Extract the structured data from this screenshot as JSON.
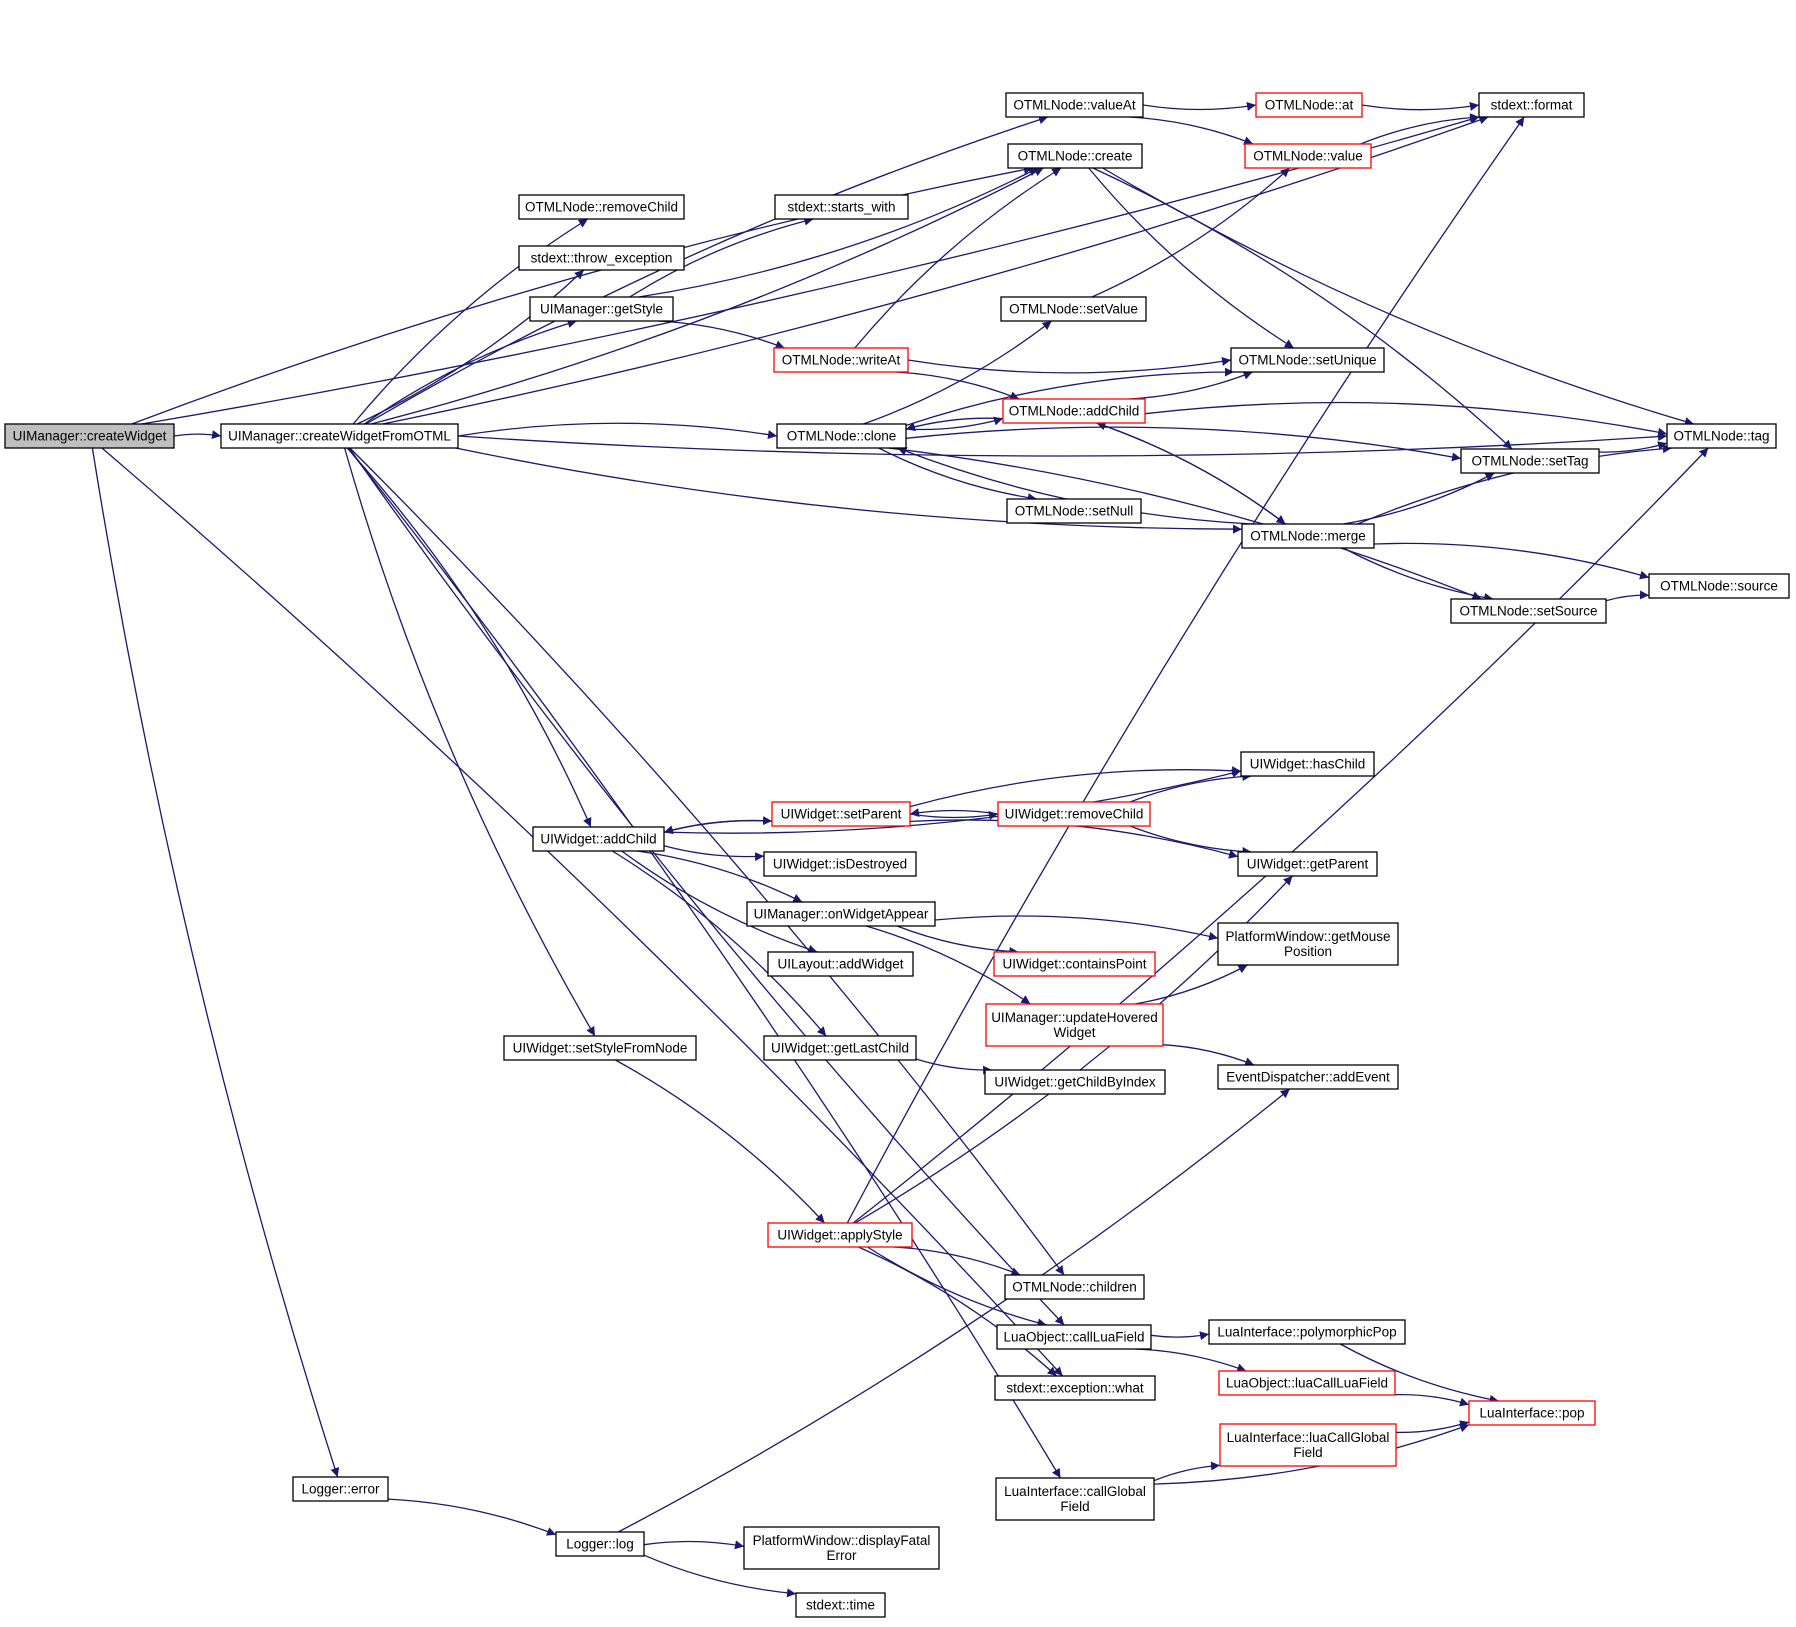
{
  "graph": {
    "edge_color": "#191970",
    "highlight_border_color": "#ff0000",
    "root_fill_color": "#bfbfbf",
    "nodes": {
      "createWidget": {
        "lines": [
          "UIManager::createWidget"
        ],
        "root": true
      },
      "createWidgetFromOTML": {
        "lines": [
          "UIManager::createWidgetFromOTML"
        ]
      },
      "valueAt": {
        "lines": [
          "OTMLNode::valueAt"
        ]
      },
      "at": {
        "lines": [
          "OTMLNode::at"
        ],
        "red": true
      },
      "format": {
        "lines": [
          "stdext::format"
        ]
      },
      "create": {
        "lines": [
          "OTMLNode::create"
        ]
      },
      "value": {
        "lines": [
          "OTMLNode::value"
        ],
        "red": true
      },
      "removeChildOTML": {
        "lines": [
          "OTMLNode::removeChild"
        ]
      },
      "startsWith": {
        "lines": [
          "stdext::starts_with"
        ]
      },
      "throwException": {
        "lines": [
          "stdext::throw_exception"
        ]
      },
      "getStyle": {
        "lines": [
          "UIManager::getStyle"
        ]
      },
      "setValue": {
        "lines": [
          "OTMLNode::setValue"
        ]
      },
      "writeAt": {
        "lines": [
          "OTMLNode::writeAt"
        ],
        "red": true
      },
      "setUnique": {
        "lines": [
          "OTMLNode::setUnique"
        ]
      },
      "addChildOTML": {
        "lines": [
          "OTMLNode::addChild"
        ],
        "red": true
      },
      "clone": {
        "lines": [
          "OTMLNode::clone"
        ]
      },
      "tag": {
        "lines": [
          "OTMLNode::tag"
        ]
      },
      "setTag": {
        "lines": [
          "OTMLNode::setTag"
        ]
      },
      "setNull": {
        "lines": [
          "OTMLNode::setNull"
        ]
      },
      "merge": {
        "lines": [
          "OTMLNode::merge"
        ]
      },
      "source": {
        "lines": [
          "OTMLNode::source"
        ]
      },
      "setSource": {
        "lines": [
          "OTMLNode::setSource"
        ]
      },
      "hasChild": {
        "lines": [
          "UIWidget::hasChild"
        ]
      },
      "setParent": {
        "lines": [
          "UIWidget::setParent"
        ],
        "red": true
      },
      "removeChildWidget": {
        "lines": [
          "UIWidget::removeChild"
        ],
        "red": true
      },
      "addChildWidget": {
        "lines": [
          "UIWidget::addChild"
        ]
      },
      "isDestroyed": {
        "lines": [
          "UIWidget::isDestroyed"
        ]
      },
      "getParent": {
        "lines": [
          "UIWidget::getParent"
        ]
      },
      "onWidgetAppear": {
        "lines": [
          "UIManager::onWidgetAppear"
        ]
      },
      "getMousePosition": {
        "lines": [
          "PlatformWindow::getMouse",
          "Position"
        ]
      },
      "addWidget": {
        "lines": [
          "UILayout::addWidget"
        ]
      },
      "containsPoint": {
        "lines": [
          "UIWidget::containsPoint"
        ],
        "red": true
      },
      "updateHoveredWidget": {
        "lines": [
          "UIManager::updateHovered",
          "Widget"
        ],
        "red": true
      },
      "setStyleFromNode": {
        "lines": [
          "UIWidget::setStyleFromNode"
        ]
      },
      "getLastChild": {
        "lines": [
          "UIWidget::getLastChild"
        ]
      },
      "getChildByIndex": {
        "lines": [
          "UIWidget::getChildByIndex"
        ]
      },
      "addEvent": {
        "lines": [
          "EventDispatcher::addEvent"
        ]
      },
      "applyStyle": {
        "lines": [
          "UIWidget::applyStyle"
        ],
        "red": true
      },
      "children": {
        "lines": [
          "OTMLNode::children"
        ]
      },
      "callLuaField": {
        "lines": [
          "LuaObject::callLuaField"
        ]
      },
      "polymorphicPop": {
        "lines": [
          "LuaInterface::polymorphicPop"
        ]
      },
      "luaCallLuaField": {
        "lines": [
          "LuaObject::luaCallLuaField"
        ],
        "red": true
      },
      "pop": {
        "lines": [
          "LuaInterface::pop"
        ],
        "red": true
      },
      "exceptionWhat": {
        "lines": [
          "stdext::exception::what"
        ]
      },
      "luaCallGlobalField": {
        "lines": [
          "LuaInterface::luaCallGlobal",
          "Field"
        ],
        "red": true
      },
      "loggerError": {
        "lines": [
          "Logger::error"
        ]
      },
      "callGlobalField": {
        "lines": [
          "LuaInterface::callGlobal",
          "Field"
        ]
      },
      "loggerLog": {
        "lines": [
          "Logger::log"
        ]
      },
      "displayFatalError": {
        "lines": [
          "PlatformWindow::displayFatal",
          "Error"
        ]
      },
      "time": {
        "lines": [
          "stdext::time"
        ]
      }
    },
    "edges": [
      [
        "createWidget",
        "createWidgetFromOTML"
      ],
      [
        "createWidget",
        "format"
      ],
      [
        "createWidget",
        "create"
      ],
      [
        "createWidget",
        "loggerError"
      ],
      [
        "createWidget",
        "exceptionWhat"
      ],
      [
        "createWidgetFromOTML",
        "format"
      ],
      [
        "createWidgetFromOTML",
        "valueAt"
      ],
      [
        "createWidgetFromOTML",
        "create"
      ],
      [
        "createWidgetFromOTML",
        "removeChildOTML"
      ],
      [
        "createWidgetFromOTML",
        "throwException"
      ],
      [
        "createWidgetFromOTML",
        "getStyle"
      ],
      [
        "createWidgetFromOTML",
        "tag"
      ],
      [
        "createWidgetFromOTML",
        "clone"
      ],
      [
        "createWidgetFromOTML",
        "merge"
      ],
      [
        "createWidgetFromOTML",
        "addChildWidget"
      ],
      [
        "createWidgetFromOTML",
        "setStyleFromNode"
      ],
      [
        "createWidgetFromOTML",
        "children"
      ],
      [
        "createWidgetFromOTML",
        "callLuaField"
      ],
      [
        "createWidgetFromOTML",
        "callGlobalField"
      ],
      [
        "valueAt",
        "at"
      ],
      [
        "valueAt",
        "value"
      ],
      [
        "at",
        "format"
      ],
      [
        "value",
        "format"
      ],
      [
        "create",
        "setUnique"
      ],
      [
        "create",
        "setTag"
      ],
      [
        "create",
        "tag"
      ],
      [
        "getStyle",
        "startsWith"
      ],
      [
        "getStyle",
        "create"
      ],
      [
        "getStyle",
        "writeAt"
      ],
      [
        "setValue",
        "value"
      ],
      [
        "writeAt",
        "create"
      ],
      [
        "writeAt",
        "setUnique"
      ],
      [
        "writeAt",
        "addChildOTML"
      ],
      [
        "addChildOTML",
        "setUnique"
      ],
      [
        "addChildOTML",
        "tag"
      ],
      [
        "addChildOTML",
        "clone"
      ],
      [
        "addChildOTML",
        "merge"
      ],
      [
        "clone",
        "setValue"
      ],
      [
        "clone",
        "setUnique"
      ],
      [
        "clone",
        "addChildOTML"
      ],
      [
        "clone",
        "setTag"
      ],
      [
        "clone",
        "setNull"
      ],
      [
        "clone",
        "setSource"
      ],
      [
        "merge",
        "addChildOTML"
      ],
      [
        "merge",
        "clone"
      ],
      [
        "merge",
        "setTag"
      ],
      [
        "merge",
        "tag"
      ],
      [
        "merge",
        "setSource"
      ],
      [
        "merge",
        "source"
      ],
      [
        "setTag",
        "tag"
      ],
      [
        "setSource",
        "source"
      ],
      [
        "addChildWidget",
        "hasChild"
      ],
      [
        "addChildWidget",
        "setParent"
      ],
      [
        "addChildWidget",
        "isDestroyed"
      ],
      [
        "addChildWidget",
        "onWidgetAppear"
      ],
      [
        "addChildWidget",
        "addWidget"
      ],
      [
        "addChildWidget",
        "getLastChild"
      ],
      [
        "setParent",
        "addChildWidget"
      ],
      [
        "setParent",
        "hasChild"
      ],
      [
        "setParent",
        "removeChildWidget"
      ],
      [
        "setParent",
        "getParent"
      ],
      [
        "removeChildWidget",
        "setParent"
      ],
      [
        "removeChildWidget",
        "hasChild"
      ],
      [
        "removeChildWidget",
        "getParent"
      ],
      [
        "onWidgetAppear",
        "getMousePosition"
      ],
      [
        "onWidgetAppear",
        "containsPoint"
      ],
      [
        "onWidgetAppear",
        "updateHoveredWidget"
      ],
      [
        "updateHoveredWidget",
        "getMousePosition"
      ],
      [
        "updateHoveredWidget",
        "addEvent"
      ],
      [
        "getLastChild",
        "getChildByIndex"
      ],
      [
        "setStyleFromNode",
        "applyStyle"
      ],
      [
        "applyStyle",
        "getParent"
      ],
      [
        "applyStyle",
        "format"
      ],
      [
        "applyStyle",
        "tag"
      ],
      [
        "applyStyle",
        "children"
      ],
      [
        "applyStyle",
        "callLuaField"
      ],
      [
        "applyStyle",
        "exceptionWhat"
      ],
      [
        "callLuaField",
        "polymorphicPop"
      ],
      [
        "callLuaField",
        "luaCallLuaField"
      ],
      [
        "polymorphicPop",
        "pop"
      ],
      [
        "luaCallLuaField",
        "pop"
      ],
      [
        "luaCallGlobalField",
        "pop"
      ],
      [
        "callGlobalField",
        "luaCallGlobalField"
      ],
      [
        "callGlobalField",
        "pop"
      ],
      [
        "loggerError",
        "loggerLog"
      ],
      [
        "loggerLog",
        "addEvent"
      ],
      [
        "loggerLog",
        "displayFatalError"
      ],
      [
        "loggerLog",
        "time"
      ]
    ]
  }
}
